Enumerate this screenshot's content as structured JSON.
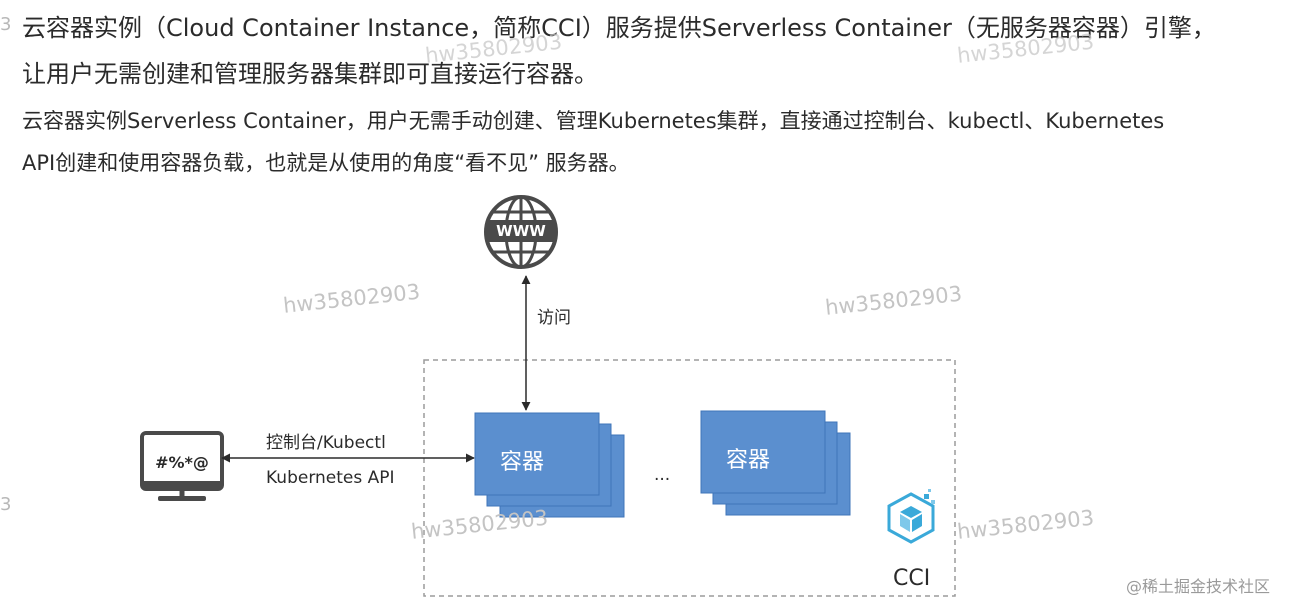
{
  "intro": {
    "line1": "云容器实例（Cloud Container Instance，简称CCI）服务提供Serverless Container（无服务器容器）引擎，",
    "line2": "让用户无需创建和管理服务器集群即可直接运行容器。",
    "line3": "云容器实例Serverless Container，用户无需手动创建、管理Kubernetes集群，直接通过控制台、kubectl、Kubernetes",
    "line4": "API创建和使用容器负载，也就是从使用的角度“看不见” 服务器。"
  },
  "edge_fragment": "3",
  "diagram": {
    "www_text": "WWW",
    "access_label": "访问",
    "terminal_text": "#%*@",
    "console_label": "控制台/Kubectl",
    "api_label": "Kubernetes API",
    "container_label": "容器",
    "ellipsis": "...",
    "cci_label": "CCI"
  },
  "watermark": "hw35802903",
  "credit": "@稀土掘金技术社区",
  "colors": {
    "container_fill": "#5b8fcf",
    "container_stroke": "#3f74b8",
    "icon_gray": "#4a4a4a",
    "cci_cyan": "#3aa9d9",
    "dashed_border": "#9c9c9c"
  }
}
